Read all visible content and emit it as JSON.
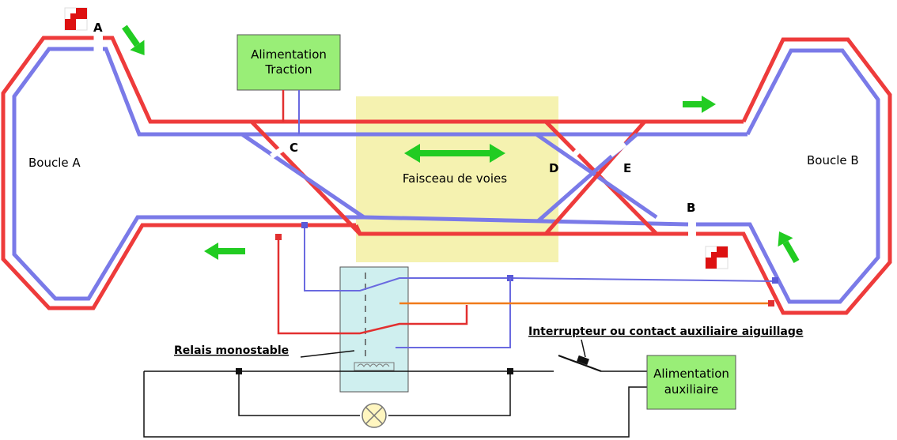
{
  "labels": {
    "loop_a": "Boucle A",
    "loop_b": "Boucle B",
    "power_traction_line1": "Alimentation",
    "power_traction_line2": "Traction",
    "yard": "Faisceau de voies",
    "power_aux_line1": "Alimentation",
    "power_aux_line2": "auxiliaire",
    "relay": "Relais monostable",
    "switch": "Interrupteur ou contact auxiliaire aiguillage"
  },
  "points": {
    "a": "A",
    "b": "B",
    "c": "C",
    "d": "D",
    "e": "E"
  },
  "colors": {
    "rail_red": "#ee3b3b",
    "rail_blue": "#7a7ae8",
    "supply_box": "#99ee77",
    "relay_box": "#cfefef",
    "yard_zone": "#f5f2b0",
    "arrow": "#22cc22",
    "aux_wire": "#f07a1a"
  },
  "icons": {
    "signal": "checkered-signal-icon",
    "lamp": "lamp-icon",
    "arrow": "direction-arrow-icon"
  }
}
